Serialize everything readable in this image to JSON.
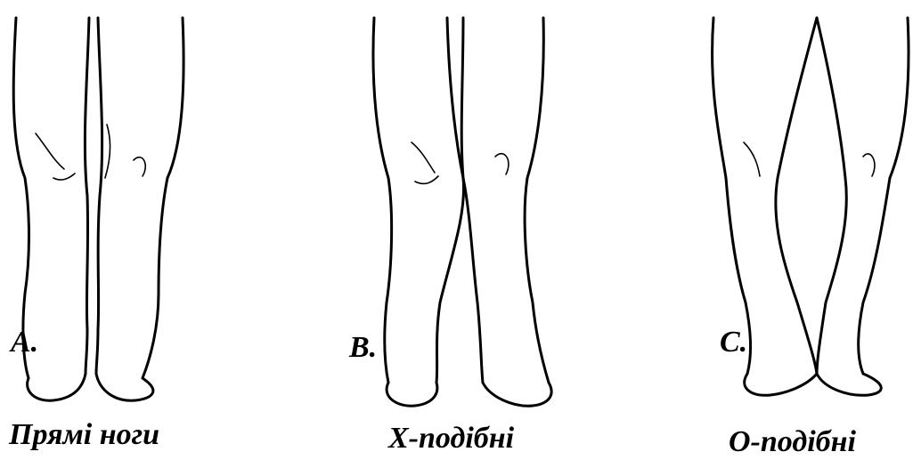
{
  "panels": [
    {
      "letter": "A.",
      "caption": "Прямі ноги"
    },
    {
      "letter": "B.",
      "caption": "Х-подібні"
    },
    {
      "letter": "C.",
      "caption": "О-подібні"
    }
  ]
}
